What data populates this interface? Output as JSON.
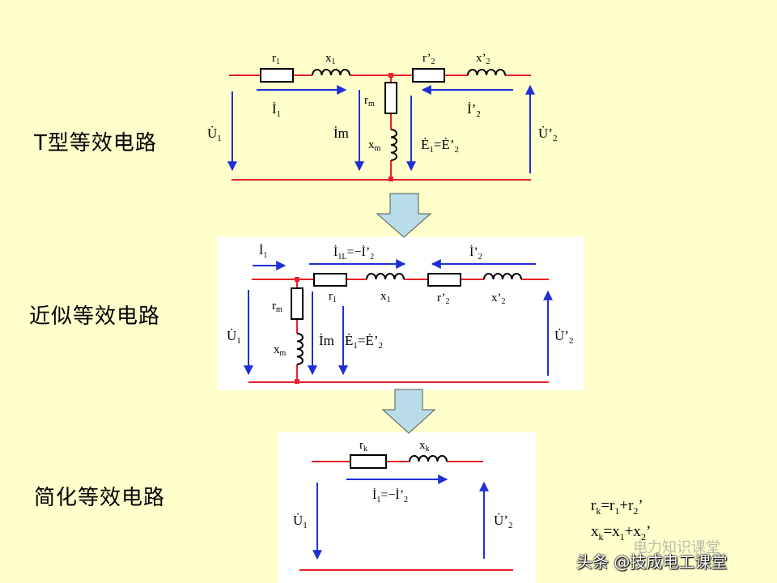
{
  "sections": {
    "t_type": {
      "title": "T型等效电路"
    },
    "approx": {
      "title": "近似等效电路"
    },
    "simple": {
      "title": "简化等效电路"
    }
  },
  "t_circuit": {
    "r1": "r",
    "r1_sub": "1",
    "x1": "x",
    "x1_sub": "1",
    "r2": "r’",
    "r2_sub": "2",
    "x2": "x’",
    "x2_sub": "2",
    "rm": "r",
    "rm_sub": "m",
    "xm": "x",
    "xm_sub": "m",
    "I1": "İ",
    "I1_sub": "1",
    "I2": "İ’",
    "I2_sub": "2",
    "Im": "İm",
    "U1": "U̇",
    "U1_sub": "1",
    "U2": "U̇’",
    "U2_sub": "2",
    "E": "Ė",
    "E_sub1": "1",
    "E_mid": "=Ė’",
    "E_sub2": "2"
  },
  "approx_circuit": {
    "I1": "İ",
    "I1_sub": "1",
    "I1L": "İ",
    "I1L_sub": "1L",
    "I1L_rest": "=−İ’",
    "I1L_sub2": "2",
    "I2": "İ’",
    "I2_sub": "2",
    "r1": "r",
    "r1_sub": "1",
    "x1": "x",
    "x1_sub": "1",
    "r2": "r’",
    "r2_sub": "2",
    "x2": "x’",
    "x2_sub": "2",
    "rm": "r",
    "rm_sub": "m",
    "xm": "x",
    "xm_sub": "m",
    "Im": "İm",
    "E": "Ė",
    "E_sub1": "1",
    "E_mid": "=Ė’",
    "E_sub2": "2",
    "U1": "U̇",
    "U1_sub": "1",
    "U2": "U̇’",
    "U2_sub": "2"
  },
  "simple_circuit": {
    "rk": "r",
    "rk_sub": "k",
    "xk": "x",
    "xk_sub": "k",
    "I": "İ",
    "I_sub": "1",
    "I_rest": "=−İ’",
    "I_sub2": "2",
    "U1": "U̇",
    "U1_sub": "1",
    "U2": "U̇’",
    "U2_sub": "2"
  },
  "formulas": {
    "line1": {
      "a": "r",
      "a_sub": "k",
      "b": "=r",
      "b_sub": "1",
      "c": "+r",
      "c_sub": "2",
      "d": "’"
    },
    "line2": {
      "a": "x",
      "a_sub": "k",
      "b": "=x",
      "b_sub": "1",
      "c": "+x",
      "c_sub": "2",
      "d": "’"
    }
  },
  "watermarks": {
    "main": "头条 @技成电工课堂",
    "faint": "电力知识课堂"
  },
  "colors": {
    "wire": "#e8202a",
    "arrow": "#1f2fd6",
    "flow_arrow": "#b9dde8",
    "component": "#000000"
  }
}
